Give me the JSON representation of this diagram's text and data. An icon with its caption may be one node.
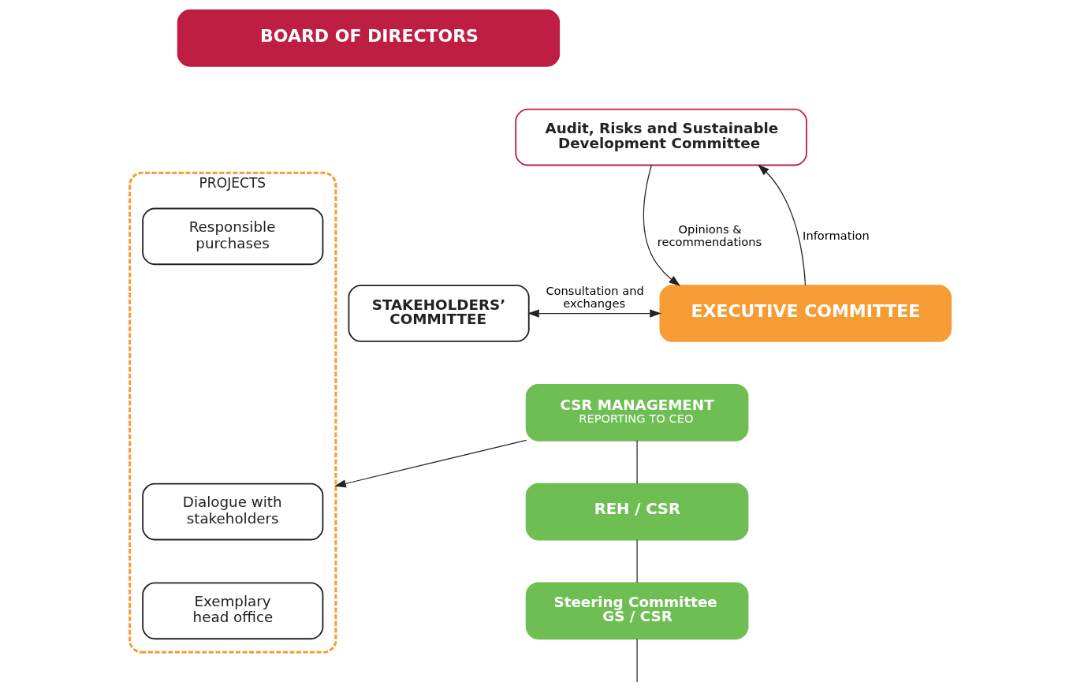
{
  "diagram": {
    "nodes": [
      {
        "text": [
          "BOARD OF DIRECTORS"
        ]
      },
      {
        "text": [
          "Audit, Risks and Sustainable Development Committee"
        ]
      },
      {
        "text": [
          "STAKEHOLDERS’ COMMITTEE"
        ]
      },
      {
        "text": [
          "EXECUTIVE COMMITTEE"
        ]
      },
      {
        "text": [
          "CSR MANAGEMENT",
          "REPORTING TO CEO"
        ]
      },
      {
        "text": [
          "REH / CSR"
        ]
      },
      {
        "text": [
          "Steering Committee GS / CSR"
        ]
      },
      {
        "text": [
          "PROJECTS"
        ]
      },
      {
        "text": [
          "Responsible purchases"
        ],
        "in": 7
      },
      {
        "text": [
          "Dialogue with stakeholders"
        ],
        "in": 7
      },
      {
        "text": [
          "Exemplary head office"
        ],
        "in": 7
      }
    ],
    "edges": [
      {
        "from": 1,
        "to": 3,
        "arrow": "to",
        "label": "Opinions & recommendations"
      },
      {
        "from": 3,
        "to": 1,
        "arrow": "to",
        "label": "Information"
      },
      {
        "from": 2,
        "to": 3,
        "arrow": "both",
        "label": "Consultation and exchanges"
      },
      {
        "from": 4,
        "to": 7,
        "arrow": "to"
      },
      {
        "from": 4,
        "to": 5,
        "arrow": "none"
      },
      {
        "from": 5,
        "to": 6,
        "arrow": "none"
      },
      {
        "from": 6,
        "to": null,
        "arrow": "none"
      }
    ]
  }
}
